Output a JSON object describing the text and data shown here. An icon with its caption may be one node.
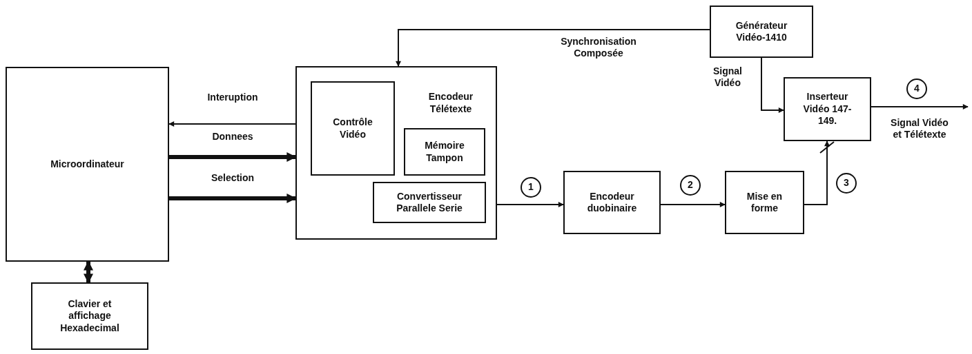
{
  "diagram": {
    "nodes": [
      {
        "text": [
          "Microordinateur"
        ]
      },
      {
        "text": [
          "Clavier et affichage Hexadecimal"
        ]
      },
      {
        "text": [
          "Encodeur Télétexte"
        ]
      },
      {
        "text": [
          "Contrôle Vidéo"
        ],
        "in": 2
      },
      {
        "text": [
          "Mémoire Tampon"
        ],
        "in": 2
      },
      {
        "text": [
          "Convertisseur Parallele Serie"
        ],
        "in": 2
      },
      {
        "text": [
          "Encodeur duobinaire"
        ]
      },
      {
        "text": [
          "Mise en forme"
        ]
      },
      {
        "text": [
          "Générateur Vidéo-1410"
        ]
      },
      {
        "text": [
          "Inserteur Vidéo 147-149."
        ]
      },
      {
        "text": [
          "1"
        ]
      },
      {
        "text": [
          "2"
        ]
      },
      {
        "text": [
          "3"
        ]
      },
      {
        "text": [
          "4"
        ]
      }
    ],
    "edges": [
      {
        "from": 2,
        "to": 0,
        "arrow": "to",
        "label": "Interuption"
      },
      {
        "from": 0,
        "to": 2,
        "arrow": "to",
        "label": "Donnees",
        "style": "thick"
      },
      {
        "from": 0,
        "to": 2,
        "arrow": "to",
        "label": "Selection",
        "style": "thick"
      },
      {
        "from": 0,
        "to": 1,
        "arrow": "both",
        "style": "thick"
      },
      {
        "from": 8,
        "to": 2,
        "arrow": "to",
        "label": "Synchronisation Composée"
      },
      {
        "from": 8,
        "to": 9,
        "arrow": "to",
        "label": "Signal Vidéo"
      },
      {
        "from": 5,
        "to": 6,
        "arrow": "to"
      },
      {
        "from": 6,
        "to": 7,
        "arrow": "to"
      },
      {
        "from": 7,
        "to": 9,
        "arrow": "to"
      },
      {
        "from": 9,
        "to": null,
        "arrow": "to",
        "label": "Signal Vidéo et Télétexte"
      }
    ]
  }
}
